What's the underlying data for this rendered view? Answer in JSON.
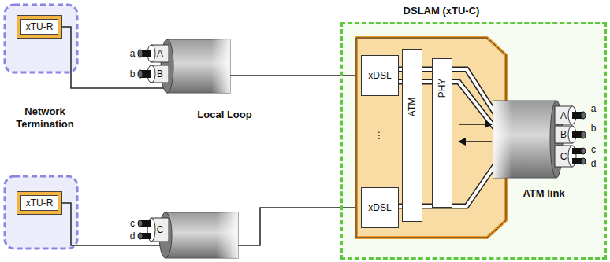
{
  "diagram": {
    "nodes": [
      {
        "text": [
          "xTU-R"
        ]
      },
      {
        "text": [
          "xTU-R"
        ]
      },
      {
        "text": [
          "DSLAM (xTU-C)"
        ]
      },
      {
        "text": [
          "xDSL"
        ],
        "in": 2
      },
      {
        "text": [
          "ATM"
        ],
        "in": 2
      },
      {
        "text": [
          "PHY"
        ],
        "in": 2
      },
      {
        "text": [
          "xDSL"
        ],
        "in": 2
      }
    ],
    "edges": [
      {
        "from": 0,
        "to": 3,
        "arrow": "none"
      },
      {
        "from": 1,
        "to": 6,
        "arrow": "none"
      }
    ],
    "labels": [
      "a",
      "A",
      "b",
      "B",
      "Network Termination",
      "Local Loop",
      "⋮",
      "c",
      "d",
      "C",
      "A",
      "a",
      "B",
      "b",
      "C",
      "c",
      "d",
      "ATM link"
    ]
  }
}
